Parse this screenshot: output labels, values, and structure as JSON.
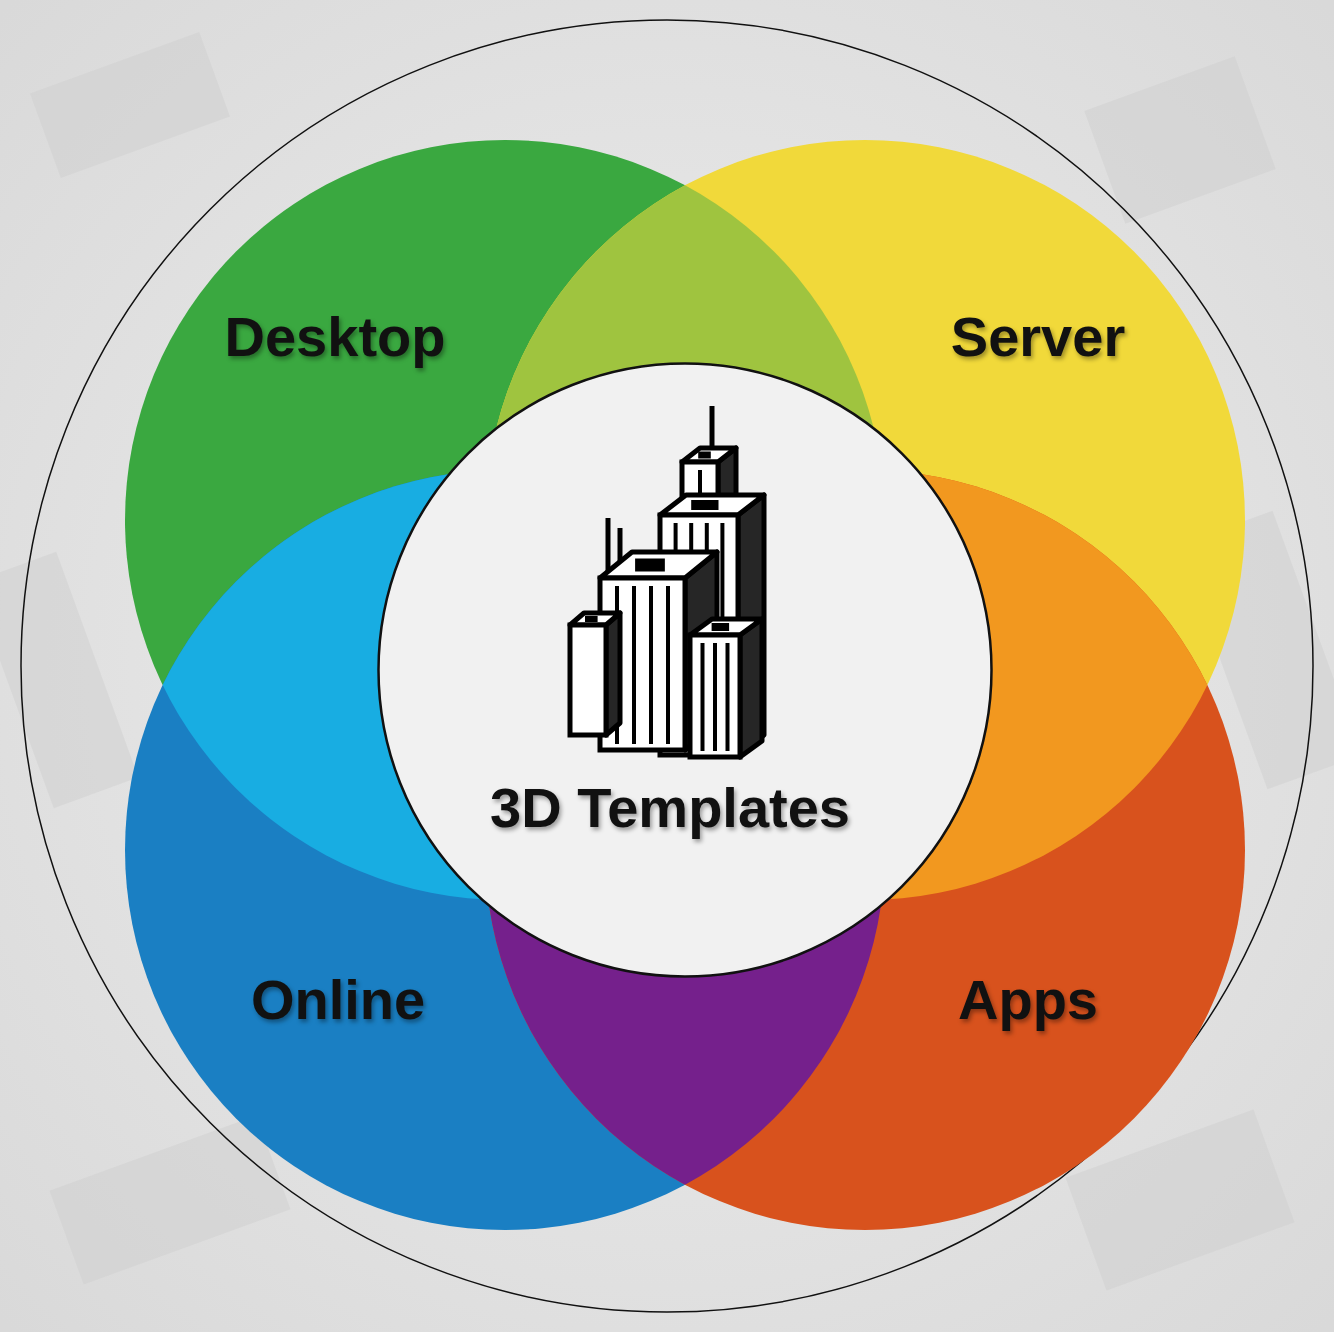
{
  "diagram": {
    "nodes": [
      {
        "text": [
          "Desktop"
        ]
      },
      {
        "text": [
          "Server"
        ]
      },
      {
        "text": [
          "3D Templates"
        ]
      },
      {
        "text": [
          "Online"
        ]
      },
      {
        "text": [
          "Apps"
        ]
      }
    ]
  }
}
